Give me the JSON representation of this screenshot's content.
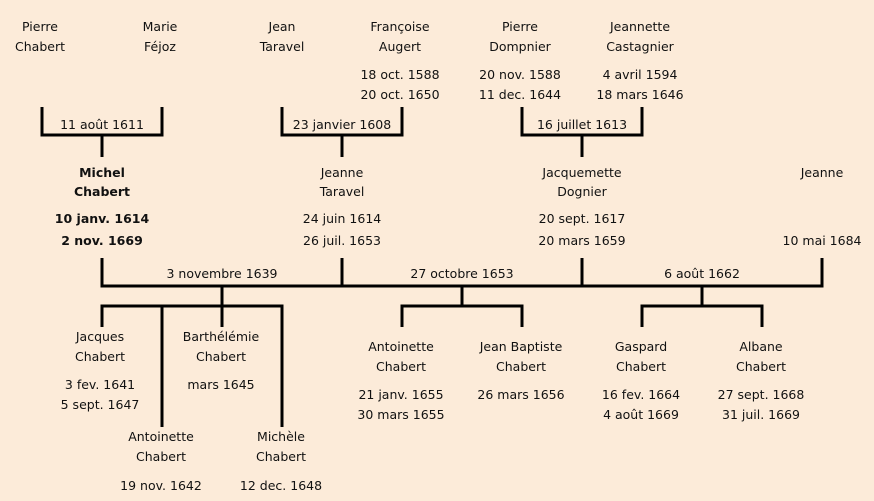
{
  "generation1": [
    {
      "first": "Pierre",
      "last": "Chabert"
    },
    {
      "first": "Marie",
      "last": "Féjoz"
    },
    {
      "first": "Jean",
      "last": "Taravel"
    },
    {
      "first": "Françoise",
      "last": "Augert",
      "birth": "18 oct. 1588",
      "death": "20 oct. 1650"
    },
    {
      "first": "Pierre",
      "last": "Dompnier",
      "birth": "20 nov. 1588",
      "death": "11 dec. 1644"
    },
    {
      "first": "Jeannette",
      "last": "Castagnier",
      "birth": "4 avril 1594",
      "death": "18 mars 1646"
    }
  ],
  "marriages1": [
    "11 août 1611",
    "23 janvier 1608",
    "16 juillet 1613"
  ],
  "generation2": [
    {
      "first": "Michel",
      "last": "Chabert",
      "birth": "10 janv. 1614",
      "death": "2 nov. 1669"
    },
    {
      "first": "Jeanne",
      "last": "Taravel",
      "birth": "24 juin 1614",
      "death": "26 juil. 1653"
    },
    {
      "first": "Jacquemette",
      "last": "Dognier",
      "birth": "20 sept. 1617",
      "death": "20 mars 1659"
    },
    {
      "first": "Jeanne",
      "death": "10 mai 1684"
    }
  ],
  "marriages2": [
    "3 novembre 1639",
    "27 octobre 1653",
    "6 août 1662"
  ],
  "children": [
    {
      "first": "Jacques",
      "last": "Chabert",
      "birth": "3 fev. 1641",
      "death": "5 sept. 1647"
    },
    {
      "first": "Antoinette",
      "last": "Chabert",
      "birth": "19 nov. 1642"
    },
    {
      "first": "Barthélémie",
      "last": "Chabert",
      "birth": "mars 1645"
    },
    {
      "first": "Michèle",
      "last": "Chabert",
      "birth": "12 dec. 1648"
    },
    {
      "first": "Antoinette",
      "last": "Chabert",
      "birth": "21 janv. 1655",
      "death": "30 mars 1655"
    },
    {
      "first": "Jean Baptiste",
      "last": "Chabert",
      "birth": "26 mars 1656"
    },
    {
      "first": "Gaspard",
      "last": "Chabert",
      "birth": "16 fev. 1664",
      "death": "4 août 1669"
    },
    {
      "first": "Albane",
      "last": "Chabert",
      "birth": "27 sept. 1668",
      "death": "31 juil. 1669"
    }
  ]
}
